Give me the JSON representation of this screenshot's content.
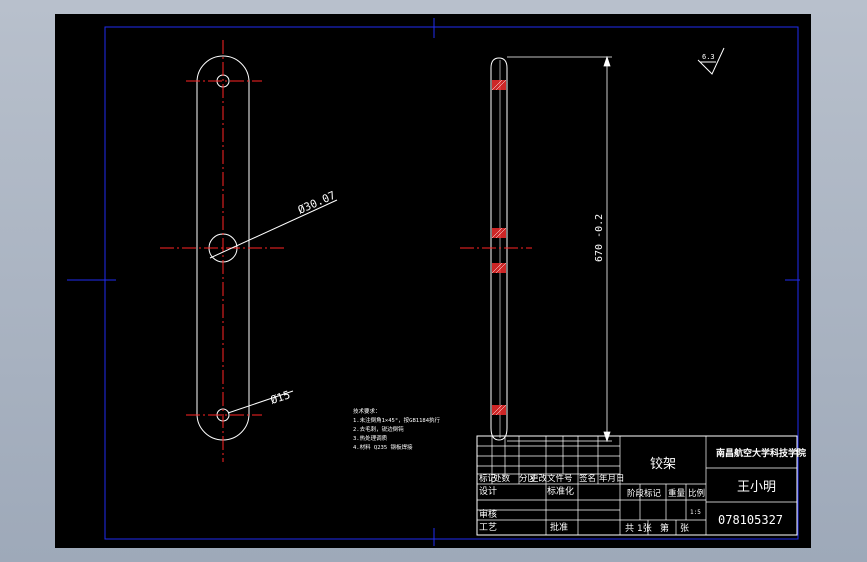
{
  "drawing": {
    "dimensions": {
      "hole_diameter": "Ø30.07",
      "small_hole_diameter": "Ø15",
      "length": "670 -0.2"
    },
    "surface_finish": "6.3",
    "notes": [
      "技术要求：",
      "1.未注倒角1×45°，按GB1184执行",
      "2.去毛刺，锐边倒钝",
      "3.热处理调质",
      "4.材料 Q235 钢板焊接"
    ],
    "title_block": {
      "part_name": "铰架",
      "school": "南昌航空大学科技学院",
      "designer": "王小明",
      "number": "078105327",
      "scale": "1:5",
      "headers": [
        "标记",
        "处数",
        "分区",
        "更改文件号",
        "签名",
        "年月日"
      ],
      "row_design": "设计",
      "row_standard": "标准化",
      "row_check": "审核",
      "row_process": "工艺",
      "row_approve": "批准",
      "stage_headers": [
        "阶段标记",
        "重量",
        "比例"
      ],
      "sheets_total": "共",
      "sheets_count": "1张",
      "sheet_no": "第",
      "sheet_unit": "张"
    }
  },
  "colors": {
    "background": "#000000",
    "outline": "#ffffff",
    "center_line": "#ff2020",
    "frame": "#1a24e6",
    "dimension": "#ffffff"
  }
}
